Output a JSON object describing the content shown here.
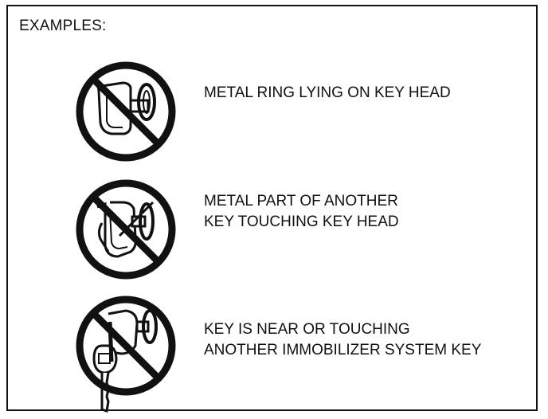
{
  "heading": "EXAMPLES:",
  "examples": [
    {
      "icon": "no-metal-ring-on-key-head-icon",
      "lines": [
        "METAL RING LYING ON KEY HEAD"
      ]
    },
    {
      "icon": "no-metal-key-touching-key-head-icon",
      "lines": [
        "METAL PART OF ANOTHER",
        "KEY TOUCHING KEY HEAD"
      ]
    },
    {
      "icon": "no-second-immobilizer-key-icon",
      "lines": [
        "KEY IS NEAR OR TOUCHING",
        "ANOTHER IMMOBILIZER SYSTEM KEY"
      ]
    }
  ],
  "colors": {
    "ink": "#111111",
    "background": "#ffffff"
  }
}
